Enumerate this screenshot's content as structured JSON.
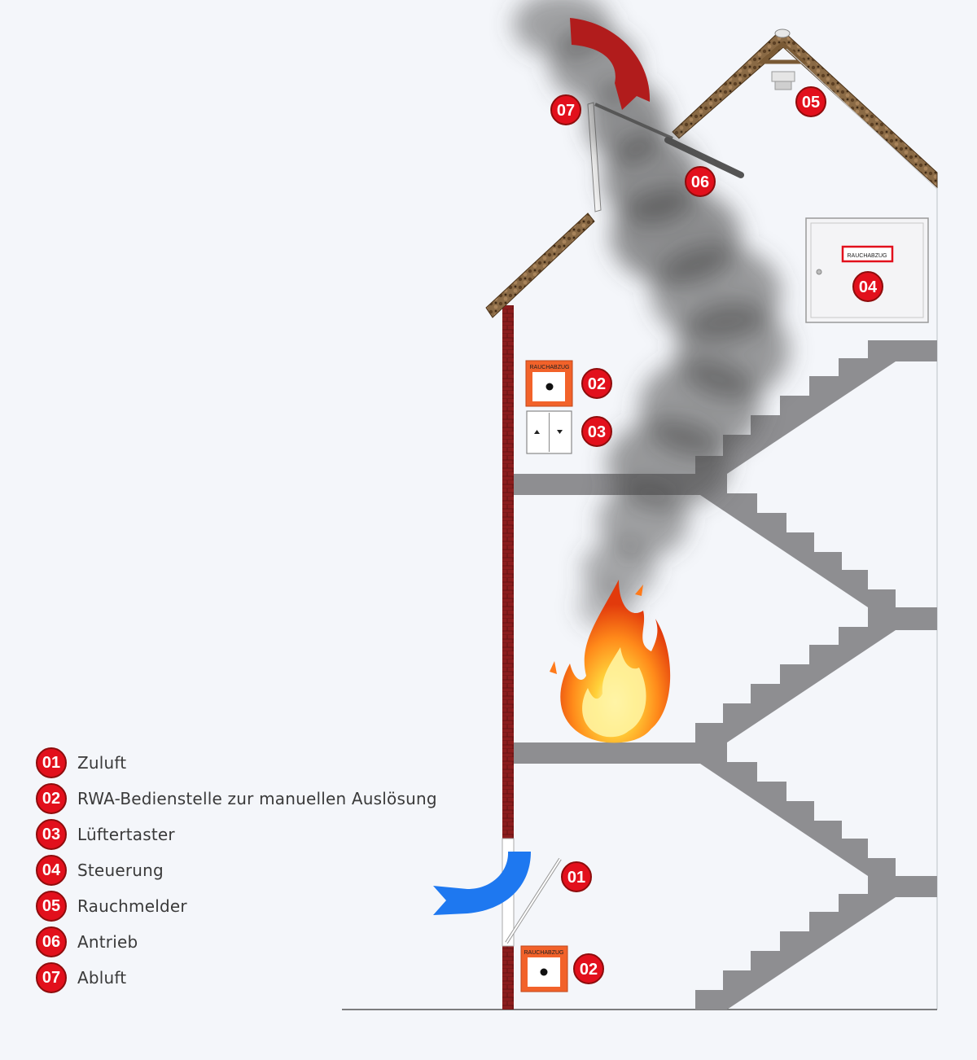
{
  "legend": [
    {
      "num": "01",
      "label": "Zuluft"
    },
    {
      "num": "02",
      "label": "RWA-Bedienstelle zur manuellen Auslösung"
    },
    {
      "num": "03",
      "label": "Lüftertaster"
    },
    {
      "num": "04",
      "label": "Steuerung"
    },
    {
      "num": "05",
      "label": "Rauchmelder"
    },
    {
      "num": "06",
      "label": "Antrieb"
    },
    {
      "num": "07",
      "label": "Abluft"
    }
  ],
  "callouts": {
    "c01": "01",
    "c02_top": "02",
    "c02_bottom": "02",
    "c03": "03",
    "c04": "04",
    "c05": "05",
    "c06": "06",
    "c07": "07"
  },
  "panels": {
    "manual_call_point": "RAUCHABZUG",
    "control_cabinet": "RAUCHABZUG"
  },
  "colors": {
    "badge_red": "#e2101c",
    "brick": "#8b1d1d",
    "stairs": "#8e8e91",
    "call_point_orange": "#f2622a",
    "supply_air_arrow": "#1e78f0",
    "exhaust_air_arrow": "#b11c1c",
    "smoke": "#4a4a4a"
  }
}
